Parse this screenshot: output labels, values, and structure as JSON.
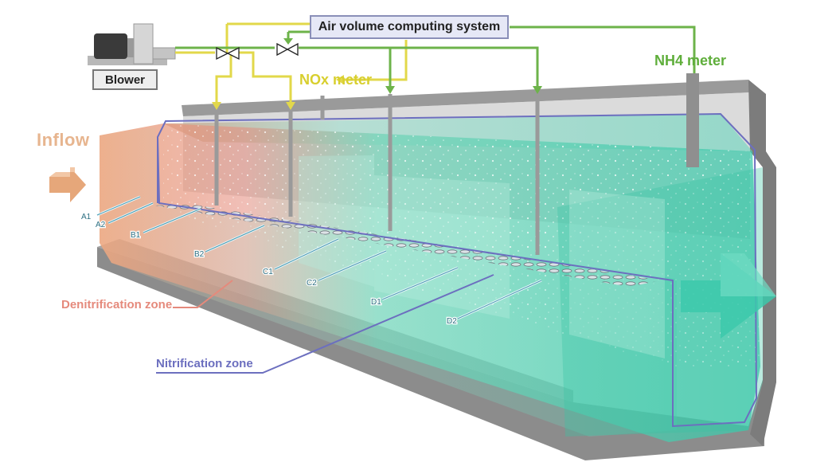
{
  "labels": {
    "air_system": "Air volume computing system",
    "blower": "Blower",
    "nox_meter": "NOx meter",
    "nh4_meter": "NH4 meter",
    "inflow": "Inflow",
    "denitrification_zone": "Denitrification zone",
    "nitrification_zone": "Nitrification zone"
  },
  "sensors": [
    "A1",
    "A2",
    "B1",
    "B2",
    "C1",
    "C2",
    "D1",
    "D2"
  ],
  "colors": {
    "nox_line": "#e2d84a",
    "nh4_line": "#6db34a",
    "nitrification": "#6c6fbf",
    "denitrification": "#e58a7c",
    "water": "#3cc9ab",
    "tank": "#8c8c8c",
    "inflow": "#e7b58f"
  }
}
